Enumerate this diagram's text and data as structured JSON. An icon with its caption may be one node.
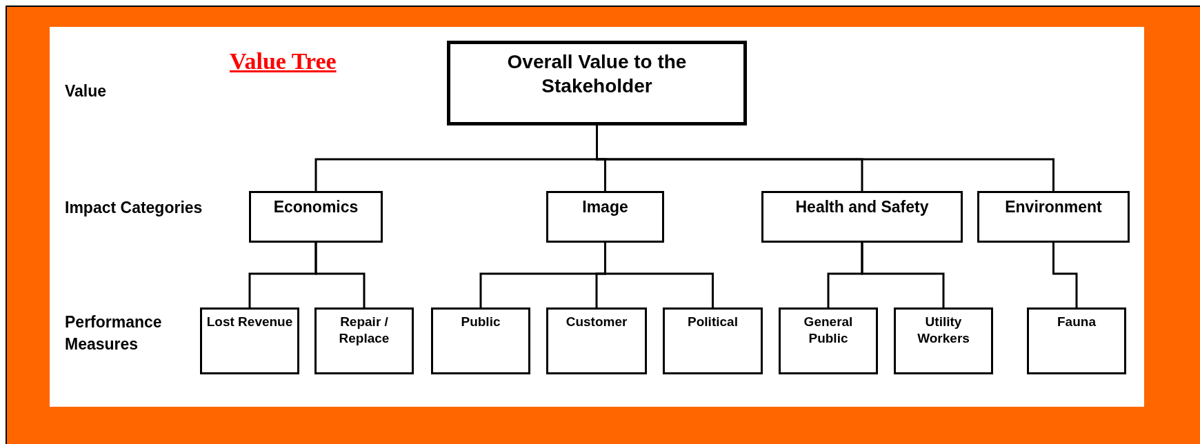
{
  "diagram": {
    "title": "Value Tree",
    "nodes": [
      {
        "text": [
          "Overall Value to the Stakeholder"
        ]
      },
      {
        "text": [
          "Economics"
        ]
      },
      {
        "text": [
          "Image"
        ]
      },
      {
        "text": [
          "Health and Safety"
        ]
      },
      {
        "text": [
          "Environment"
        ]
      },
      {
        "text": [
          "Lost Revenue"
        ]
      },
      {
        "text": [
          "Repair / Replace"
        ]
      },
      {
        "text": [
          "Public"
        ]
      },
      {
        "text": [
          "Customer"
        ]
      },
      {
        "text": [
          "Political"
        ]
      },
      {
        "text": [
          "General Public"
        ]
      },
      {
        "text": [
          "Utility Workers"
        ]
      },
      {
        "text": [
          "Fauna"
        ]
      }
    ],
    "edges": [
      {
        "from": 0,
        "to": 1,
        "arrow": "none"
      },
      {
        "from": 0,
        "to": 2,
        "arrow": "none"
      },
      {
        "from": 0,
        "to": 3,
        "arrow": "none"
      },
      {
        "from": 0,
        "to": 4,
        "arrow": "none"
      },
      {
        "from": 1,
        "to": 5,
        "arrow": "none"
      },
      {
        "from": 1,
        "to": 6,
        "arrow": "none"
      },
      {
        "from": 2,
        "to": 7,
        "arrow": "none"
      },
      {
        "from": 2,
        "to": 8,
        "arrow": "none"
      },
      {
        "from": 2,
        "to": 9,
        "arrow": "none"
      },
      {
        "from": 3,
        "to": 10,
        "arrow": "none"
      },
      {
        "from": 3,
        "to": 11,
        "arrow": "none"
      },
      {
        "from": 4,
        "to": 12,
        "arrow": "none"
      }
    ],
    "labels": [
      "Value",
      "Impact Categories",
      "Performance Measures"
    ]
  }
}
